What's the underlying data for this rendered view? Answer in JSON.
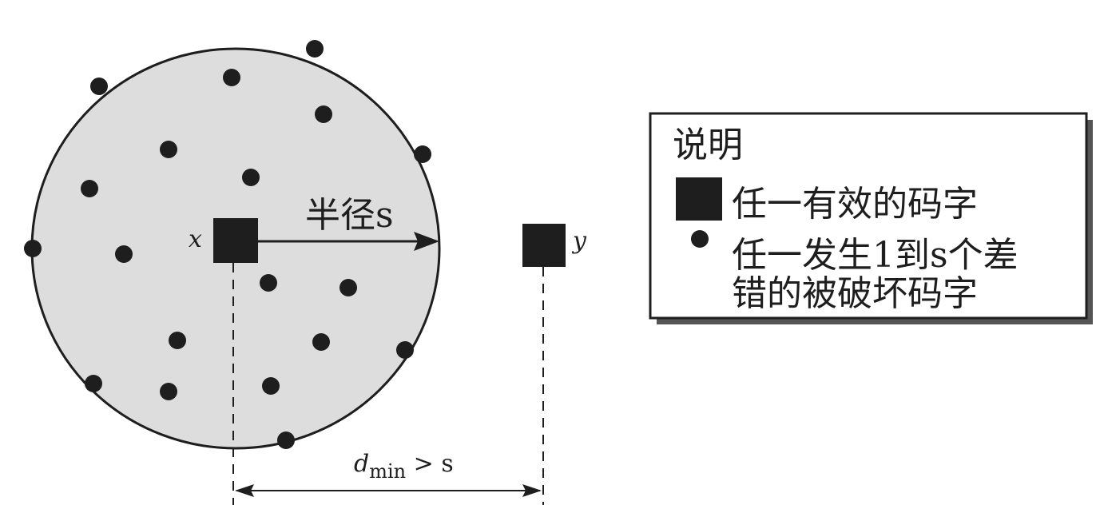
{
  "figure": {
    "center_label": "x",
    "other_label": "y",
    "radius_label": "半径s",
    "distance_label": {
      "main": "d",
      "sub": "min",
      "tail": " > s"
    }
  },
  "legend": {
    "title": "说明",
    "items": [
      {
        "symbol": "square-icon",
        "label": "任一有效的码字"
      },
      {
        "symbol": "dot-icon",
        "label_lines": [
          "任一发生1到s个差",
          "错的被破坏码字"
        ]
      }
    ]
  },
  "colors": {
    "disk_fill": "#dddddd",
    "ink": "#1e1e1e",
    "legend_shadow": "#555555",
    "legend_bg": "#ffffff"
  }
}
